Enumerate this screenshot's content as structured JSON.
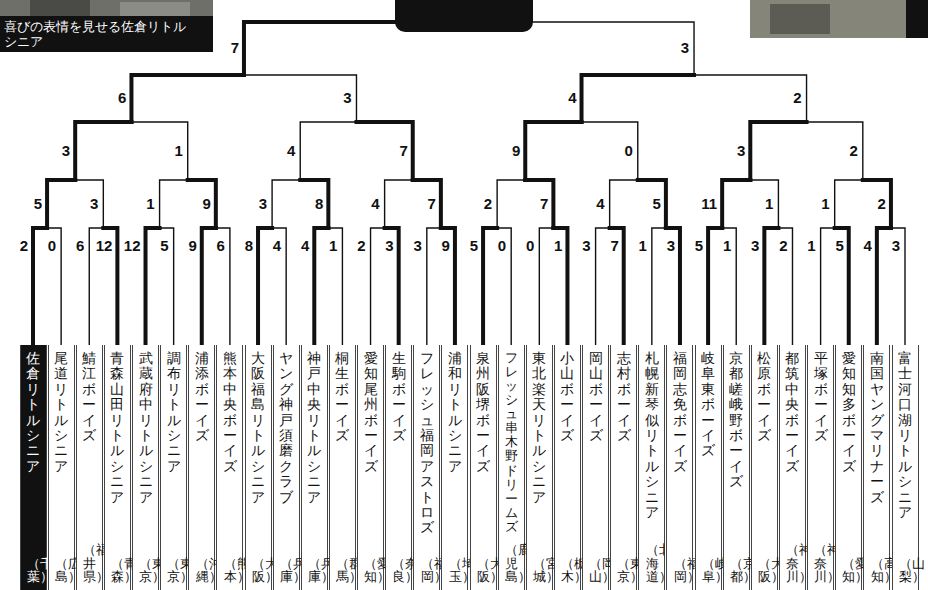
{
  "diagram": {
    "nodes": [
      {
        "text": [
          "佐倉リトルシニア",
          "（千葉）"
        ]
      },
      {
        "text": [
          "尾道リトルシニア",
          "（広島）"
        ]
      },
      {
        "text": [
          "鯖江ボーイズ",
          "（福井県）"
        ]
      },
      {
        "text": [
          "青森山田リトルシニア",
          "（青森）"
        ]
      },
      {
        "text": [
          "武蔵府中リトルシニア",
          "（東京）"
        ]
      },
      {
        "text": [
          "調布リトルシニア",
          "（東京）"
        ]
      },
      {
        "text": [
          "浦添ボーイズ",
          "（沖縄）"
        ]
      },
      {
        "text": [
          "熊本中央ボーイズ",
          "（熊本）"
        ]
      },
      {
        "text": [
          "大阪福島リトルシニア",
          "（大阪）"
        ]
      },
      {
        "text": [
          "ヤング神戸須磨クラブ",
          "（兵庫）"
        ]
      },
      {
        "text": [
          "神戸中央リトルシニア",
          "（兵庫）"
        ]
      },
      {
        "text": [
          "桐生ボーイズ",
          "（群馬）"
        ]
      },
      {
        "text": [
          "愛知尾州ボーイズ",
          "（愛知）"
        ]
      },
      {
        "text": [
          "生駒ボーイズ",
          "（奈良）"
        ]
      },
      {
        "text": [
          "フレッシュ福岡アストロズ",
          "（福岡）"
        ]
      },
      {
        "text": [
          "浦和リトルシニア",
          "（埼玉）"
        ]
      },
      {
        "text": [
          "泉州阪堺ボーイズ",
          "（大阪）"
        ]
      },
      {
        "text": [
          "フレッシュ串木野ドリームズ",
          "（鹿児島）"
        ]
      },
      {
        "text": [
          "東北楽天リトルシニア",
          "（宮城）"
        ]
      },
      {
        "text": [
          "小山ボーイズ",
          "（栃木）"
        ]
      },
      {
        "text": [
          "岡山ボーイズ",
          "（岡山）"
        ]
      },
      {
        "text": [
          "志村ボーイズ",
          "（東京）"
        ]
      },
      {
        "text": [
          "札幌新琴似リトルシニア",
          "（北海道）"
        ]
      },
      {
        "text": [
          "福岡志免ボーイズ",
          "（福岡）"
        ]
      },
      {
        "text": [
          "岐阜東ボーイズ",
          "（岐阜）"
        ]
      },
      {
        "text": [
          "京都嵯峨野ボーイズ",
          "（京都）"
        ]
      },
      {
        "text": [
          "松原ボーイズ",
          "（大阪）"
        ]
      },
      {
        "text": [
          "都筑中央ボーイズ",
          "（神奈川）"
        ]
      },
      {
        "text": [
          "平塚ボーイズ",
          "（神奈川）"
        ]
      },
      {
        "text": [
          "愛知知多ボーイズ",
          "（愛知）"
        ]
      },
      {
        "text": [
          "南国ヤングマリナーズ",
          "（高知）"
        ]
      },
      {
        "text": [
          "富士河口湖リトルシニア",
          "（山梨）"
        ]
      }
    ],
    "labels": [
      "喜びの表情を見せる佐倉リトルシニア",
      "7",
      "3",
      "6",
      "3",
      "4",
      "2",
      "3",
      "1",
      "4",
      "7",
      "9",
      "0",
      "3",
      "2",
      "5",
      "3",
      "1",
      "9",
      "3",
      "8",
      "4",
      "7",
      "2",
      "7",
      "4",
      "5",
      "11",
      "1",
      "1",
      "2",
      "2",
      "0",
      "6",
      "12",
      "12",
      "5",
      "9",
      "6",
      "8",
      "4",
      "4",
      "1",
      "2",
      "3",
      "3",
      "9",
      "5",
      "0",
      "0",
      "1",
      "3",
      "7",
      "1",
      "3",
      "5",
      "1",
      "3",
      "2",
      "1",
      "5",
      "4",
      "3"
    ]
  }
}
